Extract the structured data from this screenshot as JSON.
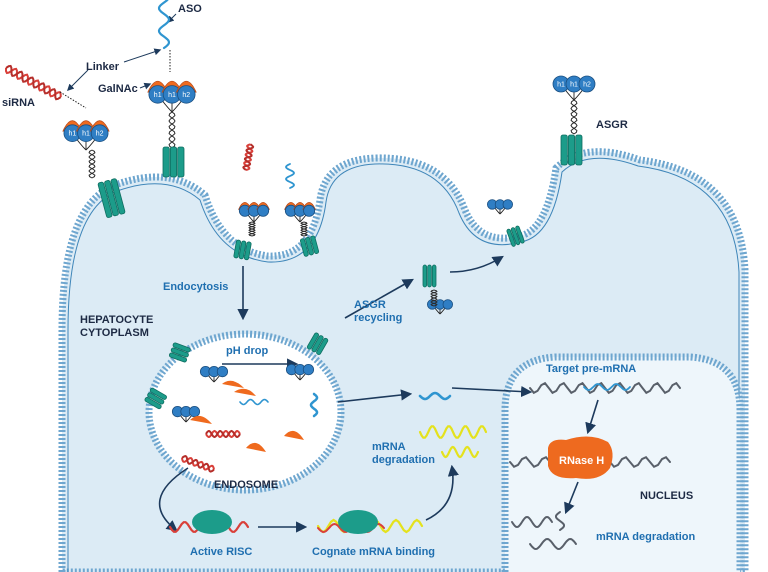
{
  "labels": {
    "aso": "ASO",
    "linker": "Linker",
    "sirna": "siRNA",
    "galnac": "GalNAc",
    "asgr": "ASGR",
    "hepatocyte_line1": "HEPATOCYTE",
    "hepatocyte_line2": "CYTOPLASM",
    "endocytosis": "Endocytosis",
    "asgr_recycling_line1": "ASGR",
    "asgr_recycling_line2": "recycling",
    "ph_drop": "pH drop",
    "endosome": "ENDOSOME",
    "mrna_degradation_line1": "mRNA",
    "mrna_degradation_line2": "degradation",
    "active_risc": "Active RISC",
    "cognate_mrna_binding": "Cognate mRNA binding",
    "target_pre_mrna": "Target pre-mRNA",
    "rnase_h": "RNase H",
    "nucleus": "NUCLEUS",
    "nucleus_mrna_degradation": "mRNA degradation"
  },
  "glyph_labels": {
    "h1": "h1",
    "h2": "h2"
  },
  "colors": {
    "cytoplasm": "#dcebf5",
    "membrane": "#6ea6cf",
    "receptor": "#1c9c8a",
    "galnac_orange": "#ef6a1e",
    "galnac_blue": "#2f7ec4",
    "sirna_red": "#d9403a",
    "aso_blue": "#2f95d0",
    "mrna_yellow": "#e4e21d",
    "mrna_gray": "#59606a",
    "rnase_orange": "#ee6a1f",
    "label_blue": "#1f6fb0",
    "label_dark": "#1d2a44"
  }
}
